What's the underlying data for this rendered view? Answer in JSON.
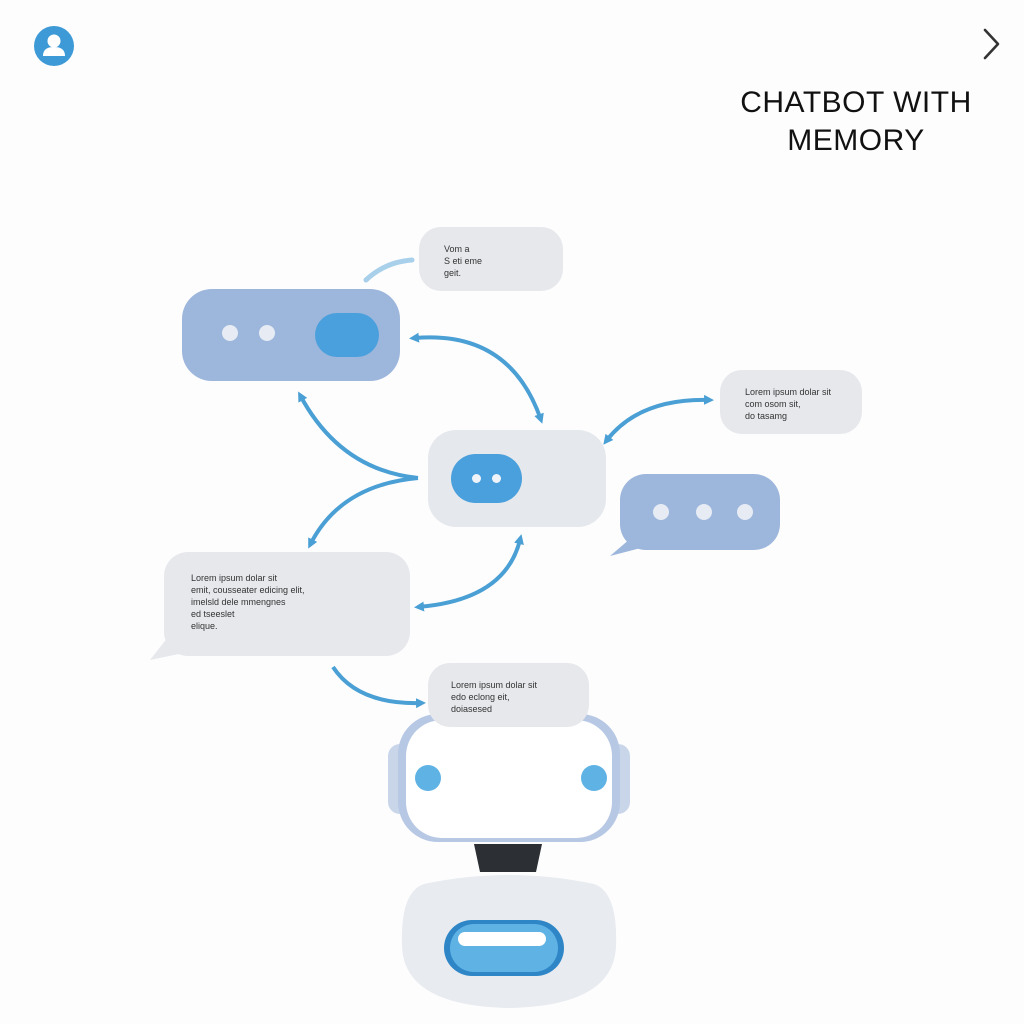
{
  "header": {
    "title_line1": "CHATBOT WITH",
    "title_line2": "MEMORY",
    "profile_icon": "user-avatar-icon",
    "next_icon": "chevron-right-icon"
  },
  "bubbles": {
    "top_note": "Vom a\nS eti eme\ngeit.",
    "right_note": "Lorem ipsum dolar sit\ncom osom sit,\ndo tasamg",
    "left_note": "Lorem ipsum dolar sit\nemit, cousseater edicing elit,\nimelsld dele mmengnes\ned tseeslet\nelique.",
    "bottom_note": "Lorem ipsum dolar sit\nedo eclong eit,\ndoiasesed"
  },
  "colors": {
    "accent": "#3d9ad6",
    "node_blue": "#9db6dc",
    "bubble_gray": "#e6e8ec",
    "arrow": "#4a9fd4"
  }
}
